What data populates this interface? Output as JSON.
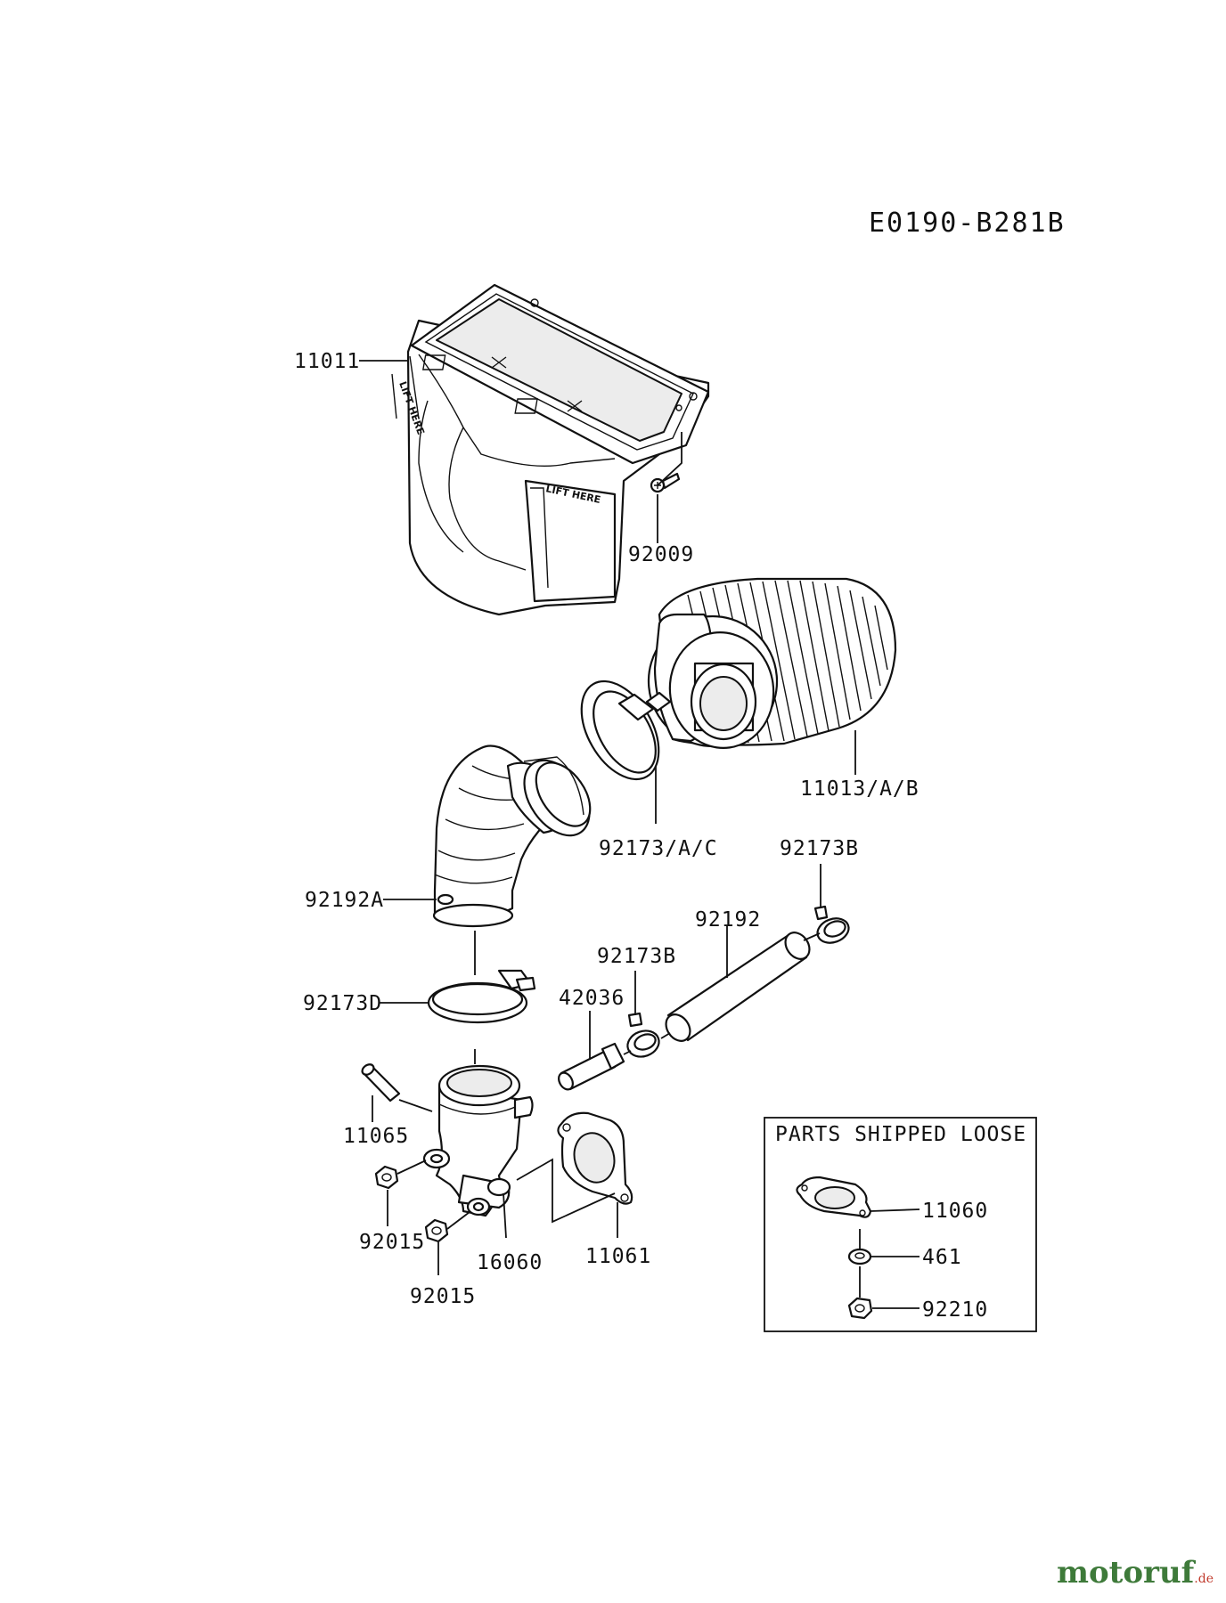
{
  "diagram_code": "E0190-B281B",
  "stamp_text": "LIFT HERE",
  "labels": {
    "p11011": "11011",
    "p92009": "92009",
    "p11013": "11013/A/B",
    "p92173ac": "92173/A/C",
    "p92173b_top": "92173B",
    "p92192a": "92192A",
    "p92192": "92192",
    "p92173b_mid": "92173B",
    "p92173d": "92173D",
    "p42036": "42036",
    "p11065": "11065",
    "p92015_a": "92015",
    "p16060": "16060",
    "p11061": "11061",
    "p92015_b": "92015"
  },
  "loose_parts": {
    "title": "PARTS SHIPPED LOOSE",
    "items": [
      "11060",
      "461",
      "92210"
    ]
  },
  "watermark": {
    "brand": "motoruf",
    "suffix": ".de"
  }
}
